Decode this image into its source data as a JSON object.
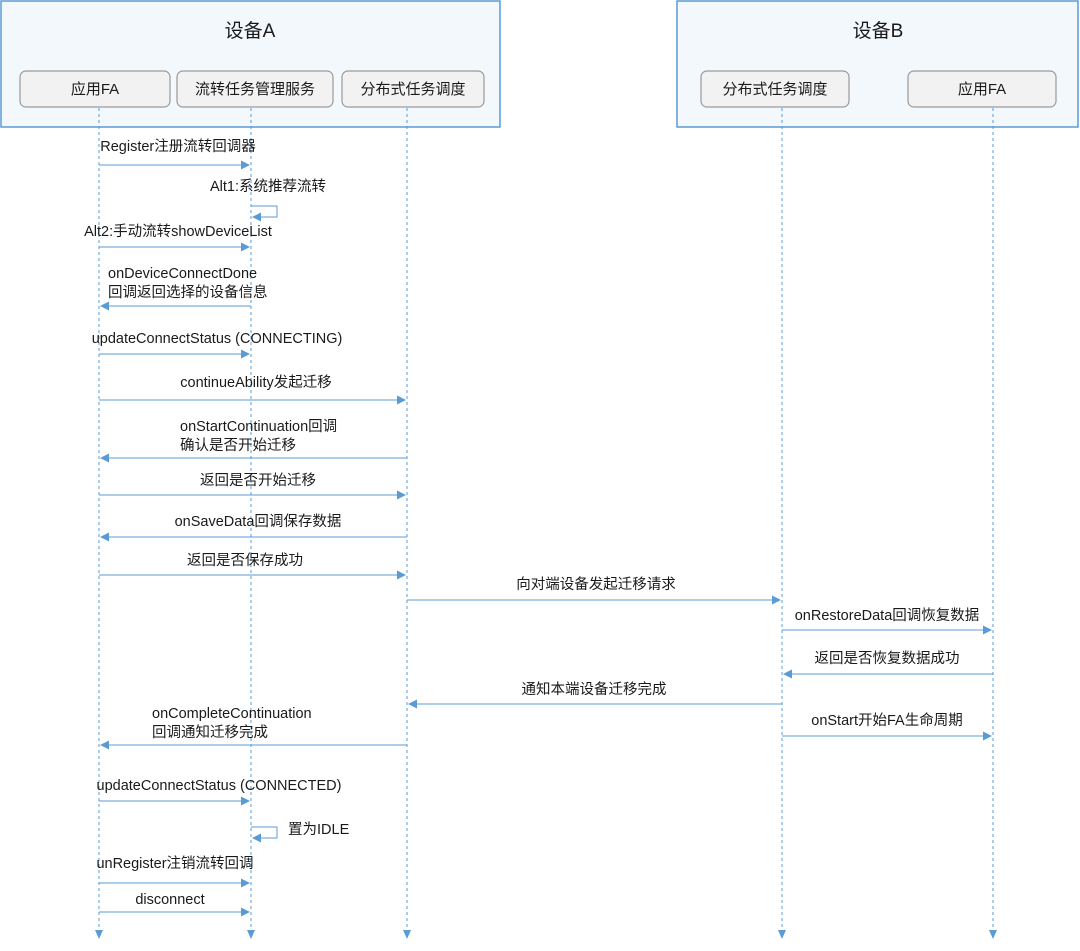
{
  "devices": [
    {
      "id": "device_a",
      "title": "设备A"
    },
    {
      "id": "device_b",
      "title": "设备B"
    }
  ],
  "participants": [
    {
      "id": "a_fa",
      "label": "应用FA"
    },
    {
      "id": "a_svc",
      "label": "流转任务管理服务"
    },
    {
      "id": "a_dms",
      "label": "分布式任务调度"
    },
    {
      "id": "b_dms",
      "label": "分布式任务调度"
    },
    {
      "id": "b_fa",
      "label": "应用FA"
    }
  ],
  "messages": [
    {
      "from": "a_fa",
      "to": "a_svc",
      "lines": [
        "Register注册流转回调器"
      ]
    },
    {
      "from": "a_svc",
      "to": "a_svc",
      "lines": [
        "Alt1:系统推荐流转"
      ]
    },
    {
      "from": "a_fa",
      "to": "a_svc",
      "lines": [
        "Alt2:手动流转showDeviceList"
      ]
    },
    {
      "from": "a_svc",
      "to": "a_fa",
      "lines": [
        "onDeviceConnectDone",
        "回调返回选择的设备信息"
      ]
    },
    {
      "from": "a_fa",
      "to": "a_svc",
      "lines": [
        "updateConnectStatus (CONNECTING)"
      ]
    },
    {
      "from": "a_fa",
      "to": "a_dms",
      "lines": [
        "continueAbility发起迁移"
      ]
    },
    {
      "from": "a_dms",
      "to": "a_fa",
      "lines": [
        "onStartContinuation回调",
        "确认是否开始迁移"
      ]
    },
    {
      "from": "a_fa",
      "to": "a_dms",
      "lines": [
        "返回是否开始迁移"
      ]
    },
    {
      "from": "a_dms",
      "to": "a_fa",
      "lines": [
        "onSaveData回调保存数据"
      ]
    },
    {
      "from": "a_fa",
      "to": "a_dms",
      "lines": [
        "返回是否保存成功"
      ]
    },
    {
      "from": "a_dms",
      "to": "b_dms",
      "lines": [
        "向对端设备发起迁移请求"
      ]
    },
    {
      "from": "b_dms",
      "to": "b_fa",
      "lines": [
        "onRestoreData回调恢复数据"
      ]
    },
    {
      "from": "b_fa",
      "to": "b_dms",
      "lines": [
        "返回是否恢复数据成功"
      ]
    },
    {
      "from": "b_dms",
      "to": "a_dms",
      "lines": [
        "通知本端设备迁移完成"
      ]
    },
    {
      "from": "a_dms",
      "to": "a_fa",
      "lines": [
        "onCompleteContinuation",
        "回调通知迁移完成"
      ]
    },
    {
      "from": "b_dms",
      "to": "b_fa",
      "lines": [
        "onStart开始FA生命周期"
      ]
    },
    {
      "from": "a_fa",
      "to": "a_svc",
      "lines": [
        "updateConnectStatus (CONNECTED)"
      ]
    },
    {
      "from": "a_svc",
      "to": "a_svc",
      "lines": [
        "置为IDLE"
      ]
    },
    {
      "from": "a_fa",
      "to": "a_svc",
      "lines": [
        "unRegister注销流转回调"
      ]
    },
    {
      "from": "a_fa",
      "to": "a_svc",
      "lines": [
        "disconnect"
      ]
    }
  ],
  "colors": {
    "line": "#5b9bd5",
    "device_fill": "#f2f8fc",
    "participant_fill": "#f2f2f2"
  }
}
